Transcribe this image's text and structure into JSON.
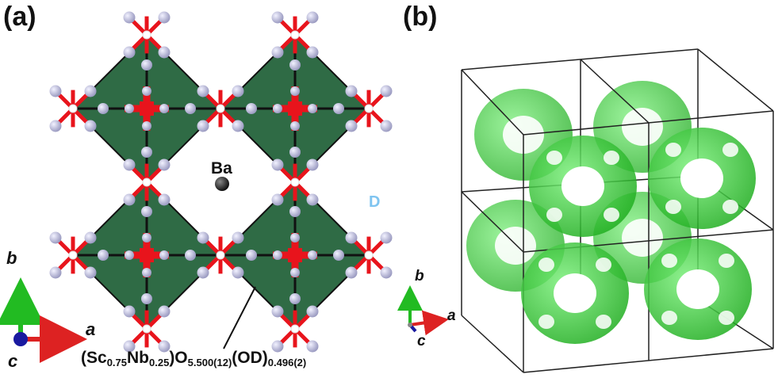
{
  "panels": {
    "a": "(a)",
    "b": "(b)"
  },
  "labels": {
    "ba": "Ba",
    "d": "D"
  },
  "formula": {
    "p1": "(Sc",
    "s1": "0.75",
    "p2": "Nb",
    "s2": "0.25",
    "p3": ")O",
    "s3": "5.500(12)",
    "p4": "(OD)",
    "s4": "0.496(2)"
  },
  "axes_a": {
    "b": "b",
    "a": "a",
    "c": "c"
  },
  "axes_b": {
    "b": "b",
    "a": "a",
    "c": "c"
  },
  "colors": {
    "octahedron": "#2f6b45",
    "oxygen": "#b9b9d6",
    "metal": "#e8141c",
    "isosurface": "#2ed62e",
    "axis_b": "#22bb22",
    "axis_a": "#dd2222",
    "axis_c": "#1a1aa0"
  }
}
